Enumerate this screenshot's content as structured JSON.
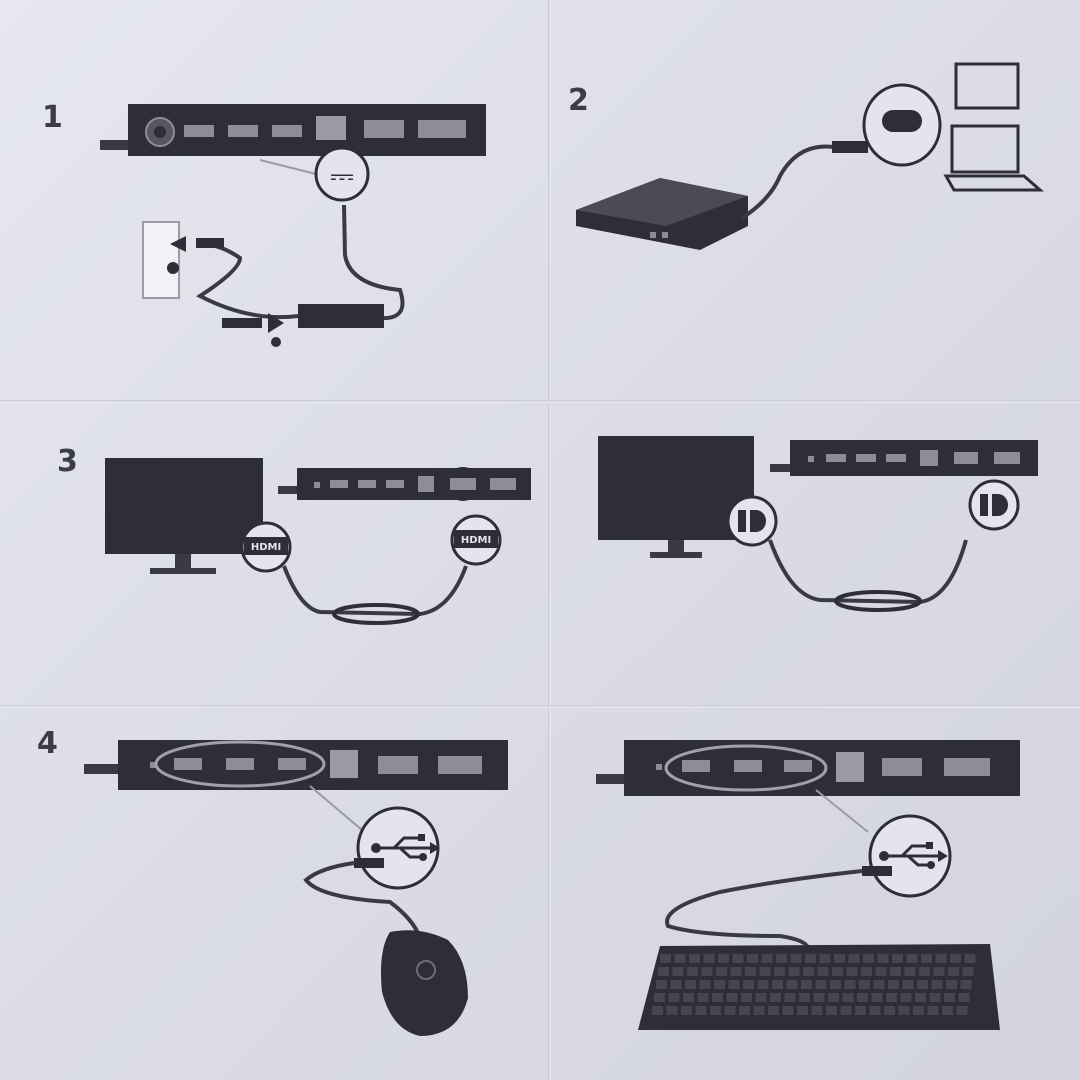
{
  "steps": [
    {
      "number": "1"
    },
    {
      "number": "2"
    },
    {
      "number": "3"
    },
    {
      "number": "4"
    }
  ],
  "labels": {
    "hdmi": "HDMI",
    "hdmi_right": "HDMI"
  },
  "colors": {
    "device": "#2e2f36",
    "port": "#8c8d96",
    "cable": "#3a3b42",
    "paper": "#e3e4ec"
  }
}
